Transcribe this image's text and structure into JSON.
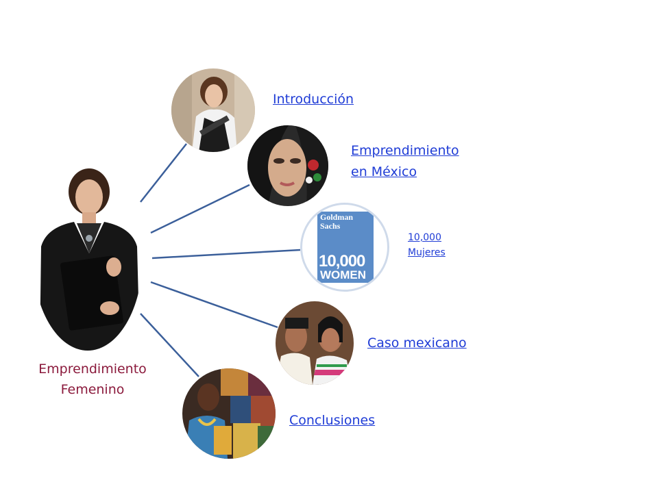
{
  "hub": {
    "icon": "businesswoman-photo",
    "caption_line1": "Emprendimiento",
    "caption_line2": "Femenino"
  },
  "nodes": [
    {
      "icon": "office-woman-photo",
      "label_line1": "Introducción",
      "label_line2": ""
    },
    {
      "icon": "woman-face-photo",
      "label_line1": "Emprendimiento",
      "label_line2": "en México"
    },
    {
      "icon": "goldman-sachs-10000-women-logo",
      "logo_line1": "Goldman",
      "logo_line2": "Sachs",
      "logo_line3": "10,000",
      "logo_line4": "WOMEN",
      "label_line1": "10,000",
      "label_line2": "Mujeres"
    },
    {
      "icon": "indigenous-women-photo",
      "label_line1": "Caso mexicano",
      "label_line2": ""
    },
    {
      "icon": "market-vendor-photo",
      "label_line1": "Conclusiones",
      "label_line2": ""
    }
  ],
  "colors": {
    "link": "#1f3cd6",
    "caption": "#8b1a3c",
    "connector": "#3b5f9a",
    "logo_blue": "#5b8cc8"
  }
}
